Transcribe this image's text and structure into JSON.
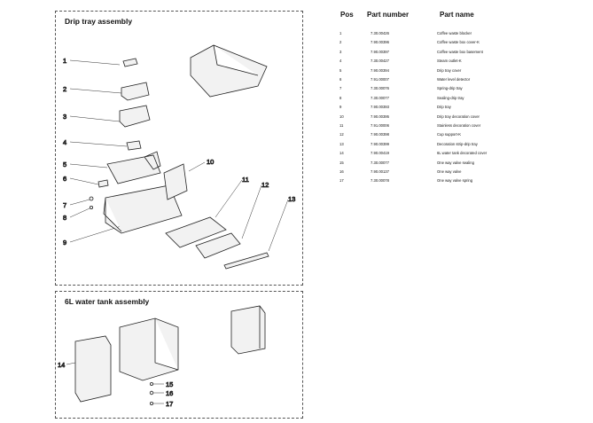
{
  "drip_panel": {
    "title": "Drip tray assembly",
    "callouts": [
      "1",
      "2",
      "3",
      "4",
      "5",
      "6",
      "7",
      "8",
      "9",
      "10",
      "11",
      "12",
      "13"
    ]
  },
  "tank_panel": {
    "title": "6L water tank assembly",
    "callouts": [
      "14",
      "15",
      "16",
      "17"
    ]
  },
  "parts_table": {
    "headers": {
      "pos": "Pos",
      "number": "Part number",
      "name": "Part name"
    },
    "rows": [
      {
        "pos": "1",
        "number": "7.30.00426",
        "name": "Coffee waste blocker"
      },
      {
        "pos": "2",
        "number": "7.90.00396",
        "name": "Coffee waste box cover-K"
      },
      {
        "pos": "3",
        "number": "7.90.00397",
        "name": "Coffee waste box basement"
      },
      {
        "pos": "4",
        "number": "7.30.00427",
        "name": "Steam outlet-K"
      },
      {
        "pos": "5",
        "number": "7.90.00394",
        "name": "Drip tray cover"
      },
      {
        "pos": "6",
        "number": "7.91.00007",
        "name": "Water level detector"
      },
      {
        "pos": "7",
        "number": "7.30.00076",
        "name": "Spring-drip tray"
      },
      {
        "pos": "8",
        "number": "7.30.00077",
        "name": "Sealing-drip tray"
      },
      {
        "pos": "9",
        "number": "7.90.00393",
        "name": "Drip tray"
      },
      {
        "pos": "10",
        "number": "7.90.00395",
        "name": "Drip tray decoration cover"
      },
      {
        "pos": "11",
        "number": "7.91.00006",
        "name": "Stainless decoration cover"
      },
      {
        "pos": "12",
        "number": "7.90.00398",
        "name": "Cup support-K"
      },
      {
        "pos": "13",
        "number": "7.90.00399",
        "name": "Decoration strip-drip tray"
      },
      {
        "pos": "14",
        "number": "7.90.00419",
        "name": "6L water tank decorated cover"
      },
      {
        "pos": "15",
        "number": "7.30.00077",
        "name": "One way valve sealing"
      },
      {
        "pos": "16",
        "number": "7.90.00137",
        "name": "One way valve"
      },
      {
        "pos": "17",
        "number": "7.30.00078",
        "name": "One way valve spring"
      }
    ]
  }
}
